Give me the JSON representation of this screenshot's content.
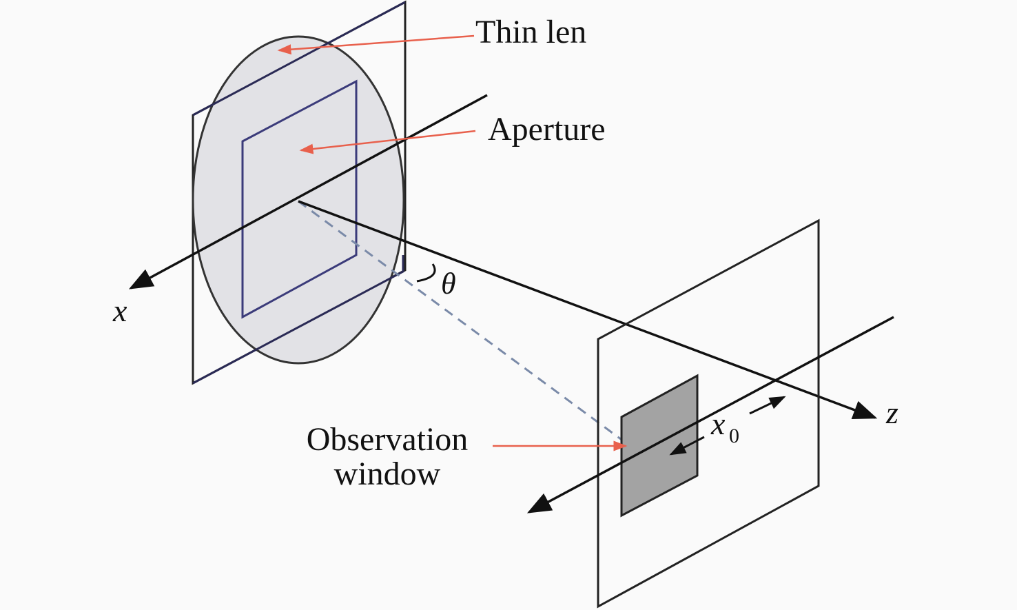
{
  "labels": {
    "thin_lens": "Thin len",
    "aperture": "Aperture",
    "observation_line1": "Observation",
    "observation_line2": "window",
    "x_axis": "x",
    "z_axis": "z",
    "angle": "θ",
    "offset_base": "x",
    "offset_sub": "0"
  },
  "colors": {
    "lens_fill": "#e2e2e6",
    "window_fill": "#a3a3a3",
    "pointer": "#e8604c",
    "aperture_stroke": "#3b3b7a",
    "dash": "#7a8aa8"
  }
}
